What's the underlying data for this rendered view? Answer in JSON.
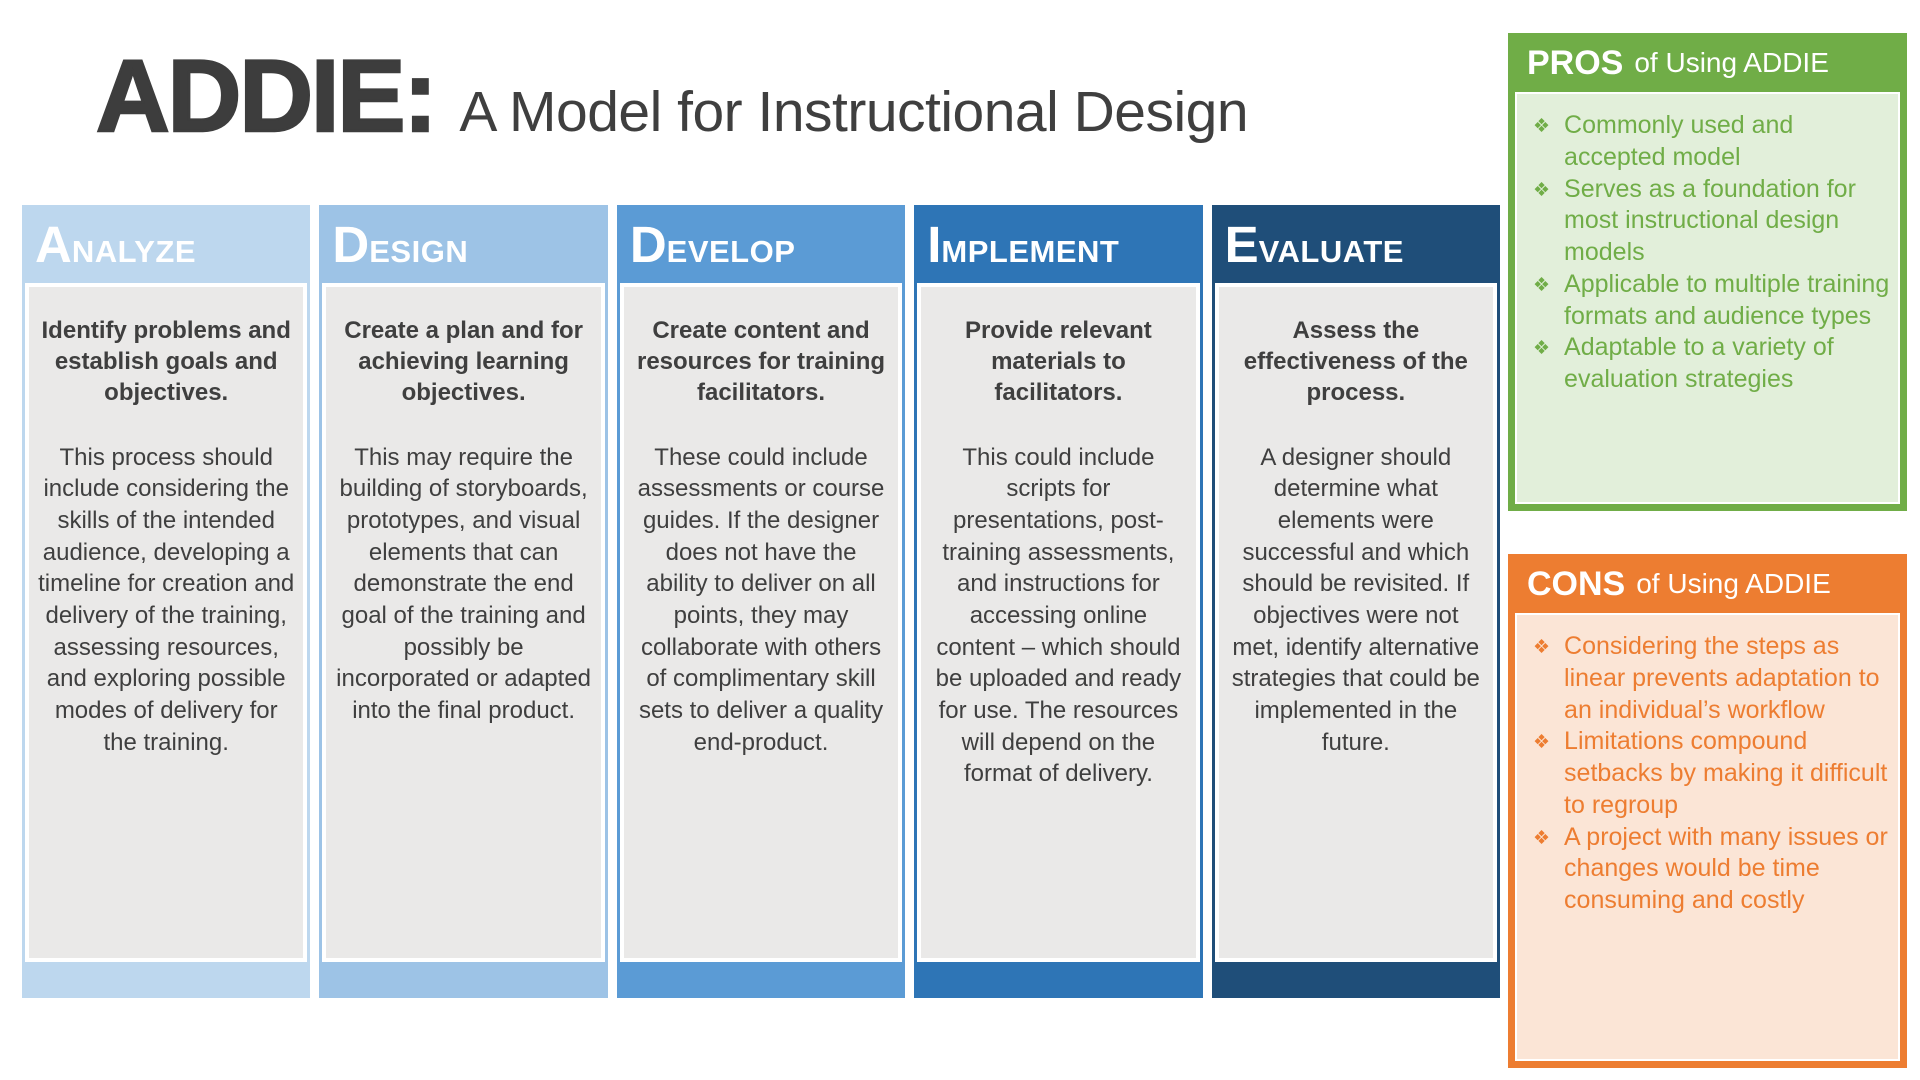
{
  "title": {
    "main": "ADDIE:",
    "subtitle": "A Model for Instructional Design"
  },
  "columns": [
    {
      "letter": "A",
      "rest": "NALYZE",
      "color": "#BDD7EE",
      "bold": "Identify problems and establish goals and objectives.",
      "body": "This process should include considering the skills of the intended audience, developing a timeline for creation and delivery of the training, assessing resources, and exploring possible modes of delivery for the training."
    },
    {
      "letter": "D",
      "rest": "ESIGN",
      "color": "#9DC3E6",
      "bold": "Create a plan and for achieving learning objectives.",
      "body": "This may require the building of storyboards, prototypes, and visual elements that can demonstrate the end goal of the training and possibly be incorporated or adapted into the final product."
    },
    {
      "letter": "D",
      "rest": "EVELOP",
      "color": "#5B9BD5",
      "bold": "Create content and resources for training facilitators.",
      "body": "These could include assessments or course guides. If the designer does not have the ability to deliver on all points, they may collaborate with others of complimentary skill sets to deliver a quality end-product."
    },
    {
      "letter": "I",
      "rest": "MPLEMENT",
      "color": "#2E75B6",
      "bold": "Provide relevant materials to facilitators.",
      "body": "This could include scripts for presentations, post-training assessments, and instructions for accessing online content – which should be uploaded and ready for use. The resources will depend on the format of delivery."
    },
    {
      "letter": "E",
      "rest": "VALUATE",
      "color": "#1F4E79",
      "bold": "Assess the effectiveness of the process.",
      "body": "A designer should determine what elements were successful and which should be revisited. If objectives were not met, identify alternative strategies that could be implemented in the future."
    }
  ],
  "pros": {
    "title_strong": "PROS",
    "title_rest": "of Using ADDIE",
    "accent_color": "#70AD47",
    "body_bg": "#E2EFDA",
    "bullet": "❖",
    "items": [
      "Commonly used and accepted model",
      "Serves as a foundation for most instructional design models",
      "Applicable to multiple training formats and audience types",
      "Adaptable to a variety of evaluation strategies"
    ]
  },
  "cons": {
    "title_strong": "CONS",
    "title_rest": "of Using ADDIE",
    "accent_color": "#ED7D31",
    "body_bg": "#FBE5D6",
    "bullet": "❖",
    "items": [
      "Considering the steps as linear prevents adaptation to an individual’s workflow",
      "Limitations compound setbacks by making it difficult to regroup",
      "A project with many issues or changes would be time consuming and costly"
    ]
  }
}
